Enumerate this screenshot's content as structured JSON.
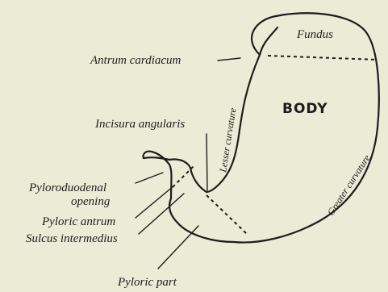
{
  "labels": {
    "fundus": "Fundus",
    "antrum_cardiacum": "Antrum cardiacum",
    "body": "BODY",
    "lesser_curvature": "Lesser curvature",
    "greater_curvature": "Greater curvature",
    "incisura_angularis": "Incisura angularis",
    "pyloroduodenal_line1": "Pyloroduodenal",
    "pyloroduodenal_line2": "opening",
    "pyloric_antrum": "Pyloric antrum",
    "sulcus_intermedius": "Sulcus intermedius",
    "pyloric_part": "Pyloric part"
  }
}
